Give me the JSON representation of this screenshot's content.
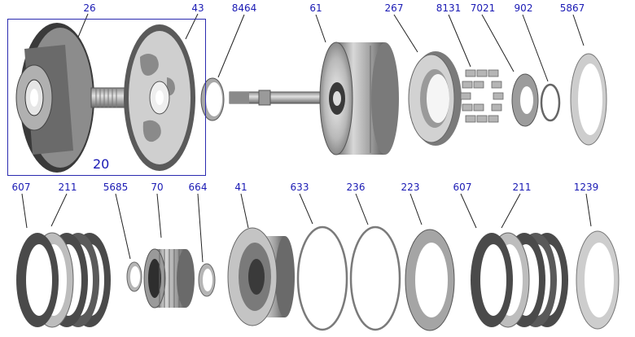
{
  "colors": {
    "label": "#1a1ab4",
    "box": "#2a2ab0",
    "metal_light": "#e4e4e4",
    "metal_mid": "#a8a8a8",
    "metal_dark": "#5a5a5a",
    "friction": "#4a4a4a",
    "spring": "#b0b0b0"
  },
  "assembly": {
    "label": "20"
  },
  "parts": [
    {
      "id": "p26",
      "label": "26"
    },
    {
      "id": "p43",
      "label": "43"
    },
    {
      "id": "p8464",
      "label": "8464"
    },
    {
      "id": "p61",
      "label": "61"
    },
    {
      "id": "p267",
      "label": "267"
    },
    {
      "id": "p8131",
      "label": "8131"
    },
    {
      "id": "p7021",
      "label": "7021"
    },
    {
      "id": "p902",
      "label": "902"
    },
    {
      "id": "p5867",
      "label": "5867"
    },
    {
      "id": "p607a",
      "label": "607"
    },
    {
      "id": "p211a",
      "label": "211"
    },
    {
      "id": "p5685",
      "label": "5685"
    },
    {
      "id": "p70",
      "label": "70"
    },
    {
      "id": "p664",
      "label": "664"
    },
    {
      "id": "p41",
      "label": "41"
    },
    {
      "id": "p633",
      "label": "633"
    },
    {
      "id": "p236",
      "label": "236"
    },
    {
      "id": "p223",
      "label": "223"
    },
    {
      "id": "p607b",
      "label": "607"
    },
    {
      "id": "p211b",
      "label": "211"
    },
    {
      "id": "p1239",
      "label": "1239"
    }
  ]
}
